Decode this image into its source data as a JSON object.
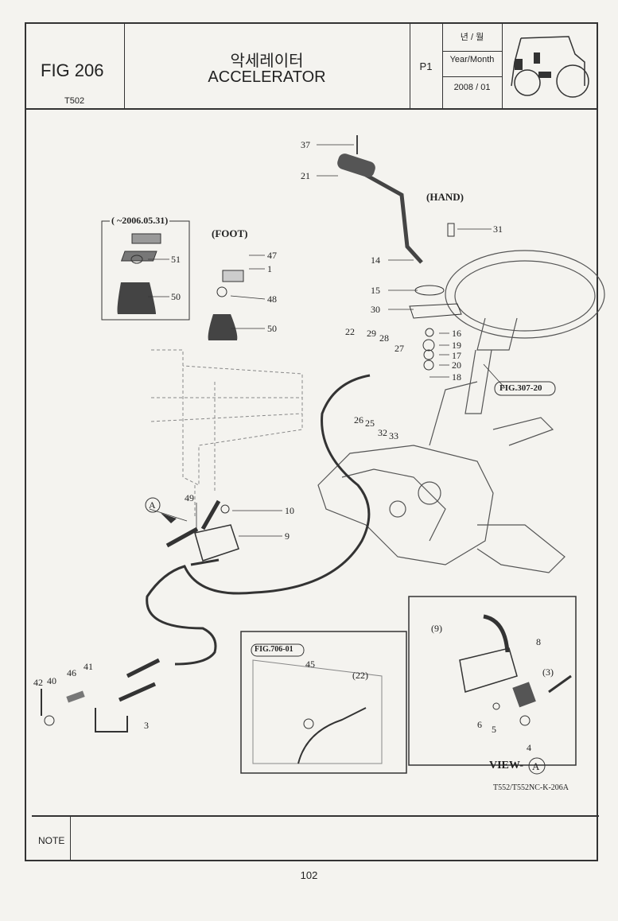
{
  "header": {
    "fig_number": "FIG 206",
    "model": "T502",
    "title_ko": "악세레이터",
    "title_en": "ACCELERATOR",
    "page": "P1",
    "date_ko": "년 / 월",
    "date_label": "Year/Month",
    "date_value": "2008 / 01"
  },
  "sections": {
    "hand": "(HAND)",
    "foot": "(FOOT)",
    "old_version": "( ~2006.05.31)",
    "view": "VIEW-",
    "view_letter": "A",
    "arrow_letter": "A"
  },
  "references": {
    "fig307": "FIG.307-20",
    "fig706": "FIG.706-01"
  },
  "callouts": [
    "37",
    "21",
    "31",
    "14",
    "15",
    "30",
    "16",
    "19",
    "17",
    "20",
    "18",
    "22",
    "29",
    "28",
    "27",
    "26",
    "25",
    "32",
    "33",
    "47",
    "1",
    "48",
    "50",
    "51",
    "50",
    "49",
    "10",
    "9",
    "42",
    "40",
    "46",
    "41",
    "3",
    "45",
    "(22)",
    "(9)",
    "8",
    "(3)",
    "6",
    "5",
    "4"
  ],
  "drawing_code": "T552/T552NC-K-206A",
  "footer": {
    "note_label": "NOTE",
    "page_number": "102"
  }
}
